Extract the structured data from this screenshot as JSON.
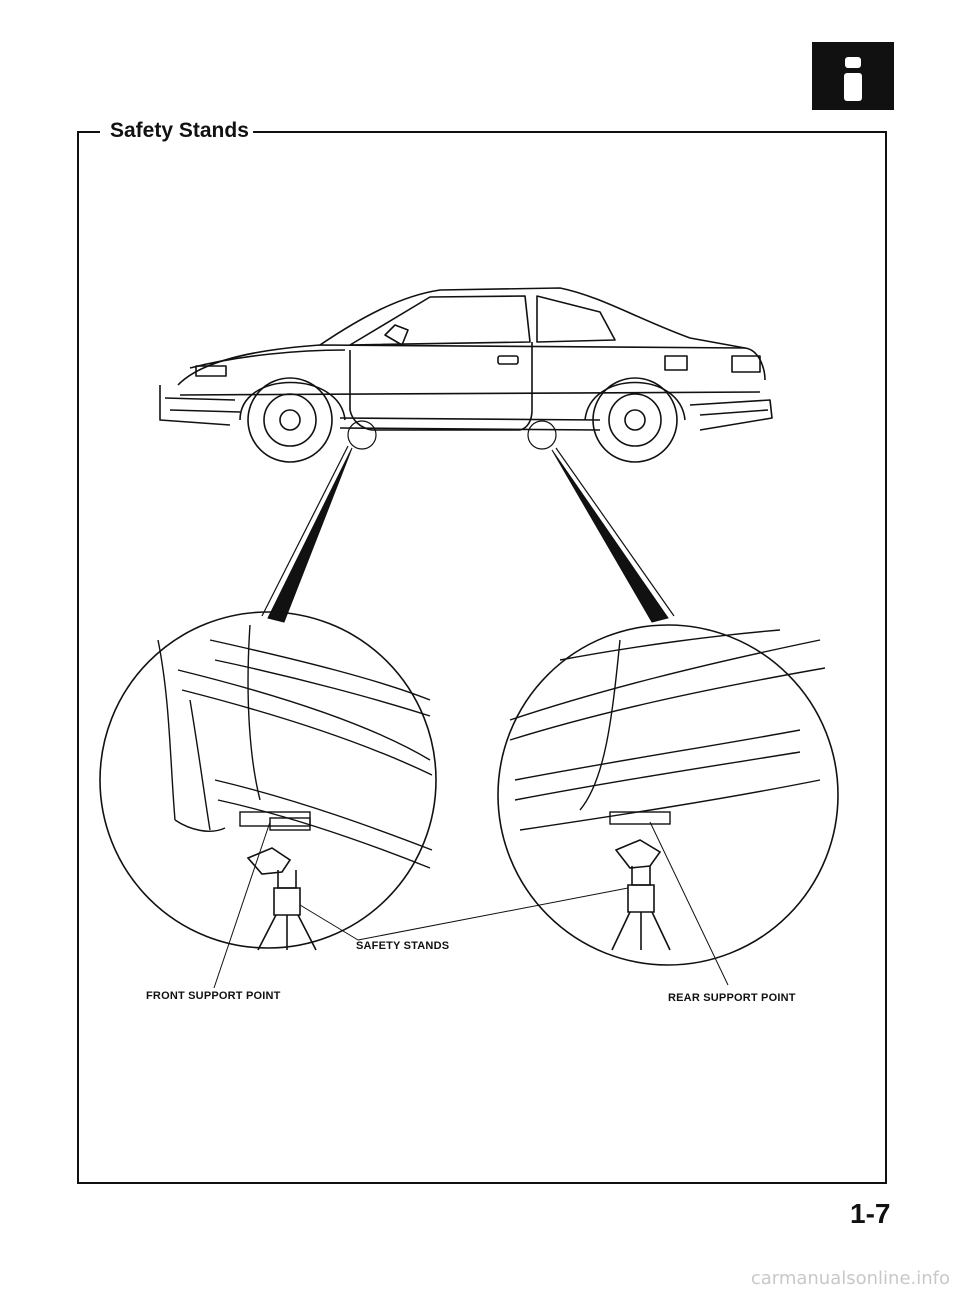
{
  "section": {
    "title": "Safety Stands"
  },
  "labels": {
    "safety_stands": "SAFETY STANDS",
    "front_support_point": "FRONT SUPPORT POINT",
    "rear_support_point": "REAR SUPPORT POINT"
  },
  "page": {
    "number": "1-7"
  },
  "footer": {
    "url": "carmanualsonline.info"
  },
  "icons": {
    "badge": "info-i-icon"
  },
  "colors": {
    "ink": "#111111",
    "watermark": "#c8c8c8",
    "background": "#ffffff"
  }
}
